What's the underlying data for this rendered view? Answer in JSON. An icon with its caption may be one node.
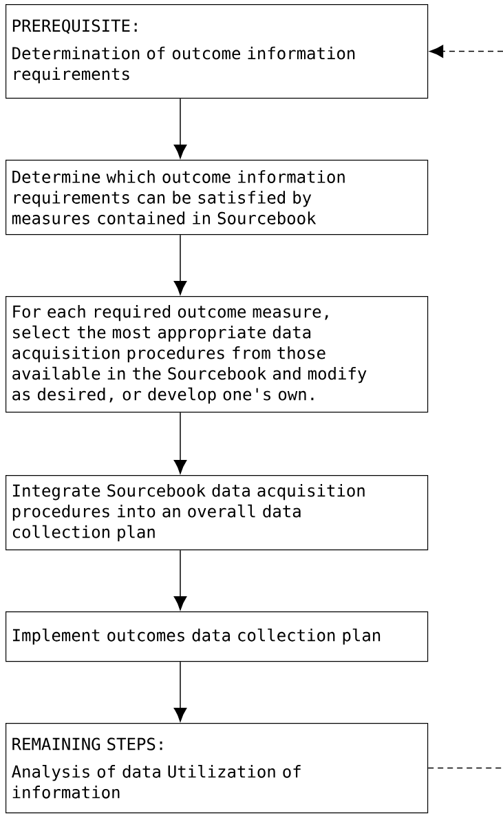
{
  "diagram": {
    "nodes": [
      {
        "text": [
          "PREREQUISITE:",
          "Determination of outcome information requirements"
        ]
      },
      {
        "text": [
          "Determine which outcome information requirements can be satisfied by measures contained in Sourcebook"
        ]
      },
      {
        "text": [
          "For each required outcome measure, select the most appropriate data acquisition procedures from those available in the Sourcebook and modify as desired, or develop one's own."
        ]
      },
      {
        "text": [
          "Integrate Sourcebook data acquisition procedures into an overall data collection plan"
        ]
      },
      {
        "text": [
          "Implement outcomes data collection plan"
        ]
      },
      {
        "text": [
          "REMAINING STEPS:",
          "Analysis of data Utilization of information"
        ]
      }
    ],
    "edges": [
      {
        "from": 0,
        "to": 1,
        "arrow": "to"
      },
      {
        "from": 1,
        "to": 2,
        "arrow": "to"
      },
      {
        "from": 2,
        "to": 3,
        "arrow": "to"
      },
      {
        "from": 3,
        "to": 4,
        "arrow": "to"
      },
      {
        "from": 4,
        "to": 5,
        "arrow": "to"
      },
      {
        "from": null,
        "to": 0,
        "arrow": "to",
        "style": "dashed"
      },
      {
        "from": 5,
        "to": null,
        "arrow": "none",
        "style": "dashed"
      }
    ]
  }
}
